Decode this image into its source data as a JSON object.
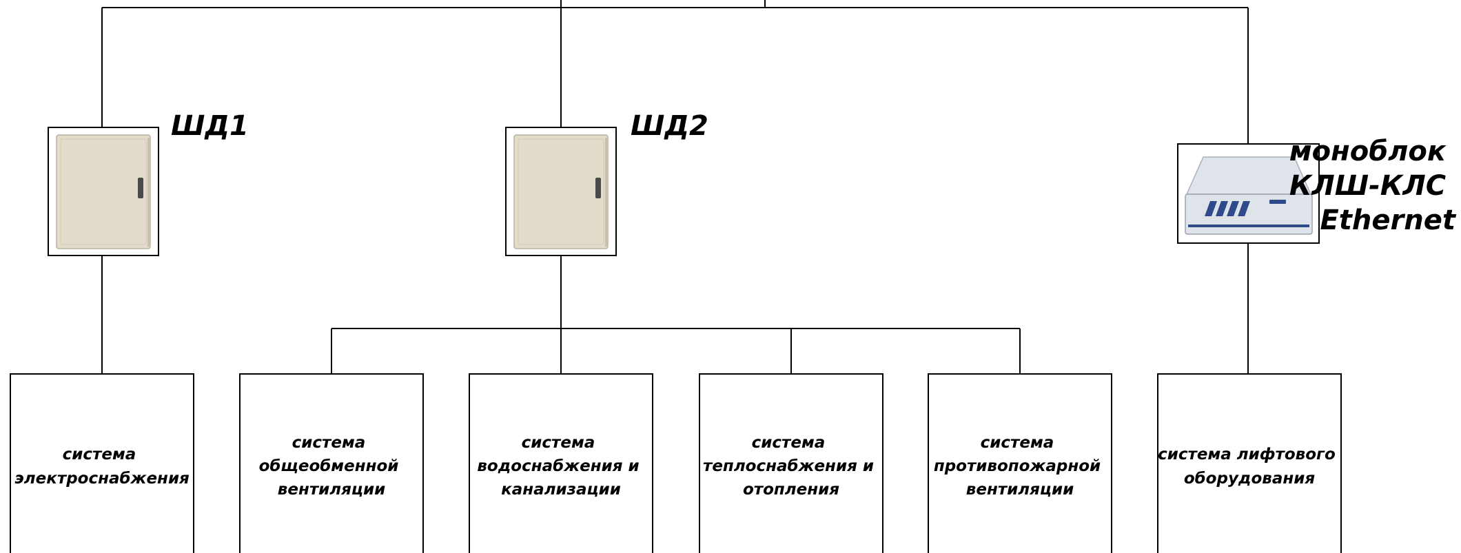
{
  "colors": {
    "line": "#000000",
    "cabinet_body": "#e3dccb",
    "monoblock_body": "#dfe3ea",
    "monoblock_accent": "#2f4a8a"
  },
  "nodes": {
    "shd1": {
      "label": "ШД1",
      "icon": "electrical-cabinet-icon"
    },
    "shd2": {
      "label": "ШД2",
      "icon": "electrical-cabinet-icon"
    },
    "monoblock": {
      "icon": "monoblock-device-icon",
      "label_lines": [
        "моноблок",
        "КЛШ-КЛС",
        "Ethernet"
      ]
    }
  },
  "systems": [
    {
      "lines": [
        "система",
        "электроснабжения"
      ]
    },
    {
      "lines": [
        "система",
        "общеобменной",
        "вентиляции"
      ]
    },
    {
      "lines": [
        "система",
        "водоснабжения и",
        "канализации"
      ]
    },
    {
      "lines": [
        "система",
        "теплоснабжения и",
        "отопления"
      ]
    },
    {
      "lines": [
        "система",
        "противопожарной",
        "вентиляции"
      ]
    },
    {
      "lines": [
        "система лифтового",
        "оборудования"
      ]
    }
  ]
}
